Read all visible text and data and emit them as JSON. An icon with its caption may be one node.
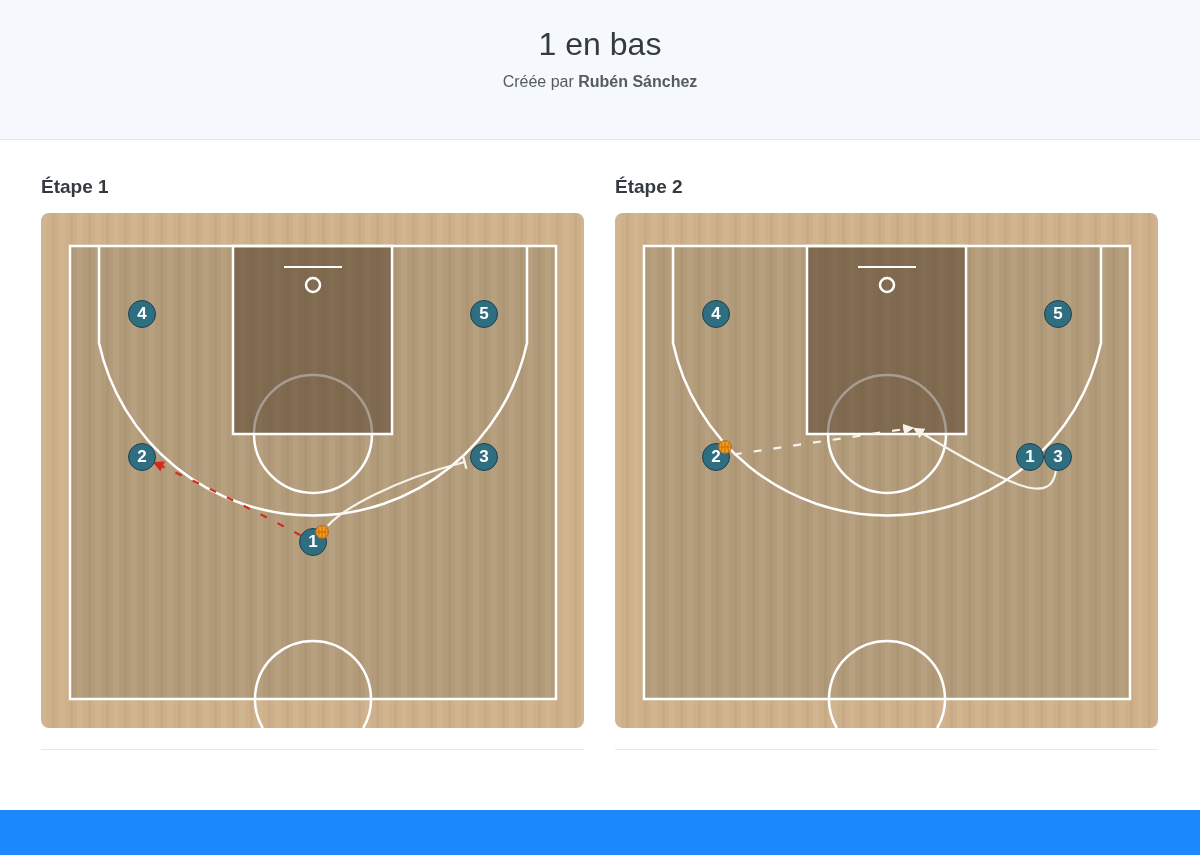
{
  "diagram": {
    "title": "1 en bas",
    "nodes": [
      {
        "text": [
          "Étape 1"
        ]
      },
      {
        "text": [
          "4"
        ],
        "in": 0
      },
      {
        "text": [
          "5"
        ],
        "in": 0
      },
      {
        "text": [
          "2"
        ],
        "in": 0
      },
      {
        "text": [
          "3"
        ],
        "in": 0
      },
      {
        "text": [
          "1"
        ],
        "in": 0
      },
      {
        "text": [
          "Étape 2"
        ]
      },
      {
        "text": [
          "4"
        ],
        "in": 6
      },
      {
        "text": [
          "5"
        ],
        "in": 6
      },
      {
        "text": [
          "2"
        ],
        "in": 6
      },
      {
        "text": [
          "1"
        ],
        "in": 6
      },
      {
        "text": [
          "3"
        ],
        "in": 6
      }
    ],
    "edges": [
      {
        "from": 5,
        "to": 3,
        "arrow": "to",
        "style": "dashed",
        "color": "#d42a1e"
      },
      {
        "from": 5,
        "to": 4,
        "arrow": "other"
      },
      {
        "from": 9,
        "to": null,
        "arrow": "to",
        "style": "dashed"
      },
      {
        "from": 11,
        "to": null,
        "arrow": "to"
      }
    ],
    "labels": [
      "Créée par **Rubén Sánchez**"
    ]
  }
}
